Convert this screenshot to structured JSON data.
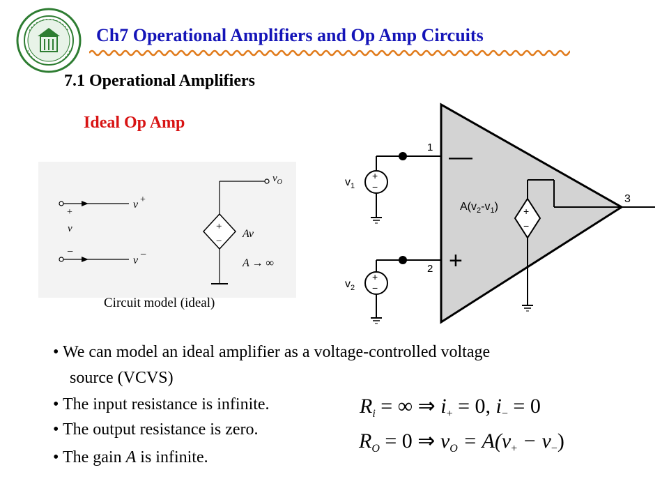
{
  "logo": {
    "icon": "university-seal-icon",
    "seal_text": "中山大学 SUN YAT-SEN UNIVERSITY"
  },
  "title": "Ch7 Operational Amplifiers and Op Amp Circuits",
  "section": "7.1 Operational Amplifiers",
  "subsection": "Ideal Op Amp",
  "circuit_model": {
    "labels": {
      "vplus_top": "v",
      "vplus_sign": "+",
      "left_plus": "+",
      "v": "v",
      "left_minus": "−",
      "vminus_bot": "v",
      "vminus_sign": "−",
      "vo": "v",
      "vo_sub": "O",
      "src_plus": "+",
      "src_minus": "−",
      "av": "Av",
      "a_inf": "A → ∞"
    },
    "caption": "Circuit model (ideal)"
  },
  "opamp": {
    "pin1": "1",
    "pin2": "2",
    "pin3": "3",
    "minus_sign": "—",
    "plus_sign": "+",
    "v1": "v",
    "v1_sub": "1",
    "v2": "v",
    "v2_sub": "2",
    "gain": "A(v",
    "gain_sub2": "2",
    "gain_mid": "-v",
    "gain_sub1": "1",
    "gain_end": ")",
    "src_plus": "+",
    "src_minus": "−"
  },
  "bullets": {
    "b1": "• We can model an ideal amplifier as a voltage-controlled voltage",
    "b1_cont": "source (VCVS)",
    "b2": "• The input resistance is infinite.",
    "b3": "• The output resistance is zero.",
    "b4_pre": "• The gain ",
    "b4_var": "A",
    "b4_post": " is infinite."
  },
  "equations": {
    "eq1": {
      "R": "R",
      "R_sub": "i",
      "rest1": " = ∞ ⇒ ",
      "i1": "i",
      "i1_sub": "+",
      "rest2": " = 0, ",
      "i2": "i",
      "i2_sub": "−",
      "rest3": " = 0"
    },
    "eq2": {
      "R": "R",
      "R_sub": "O",
      "rest1": " = 0 ⇒ ",
      "v": "v",
      "v_sub": "O",
      "rest2": " = A(v",
      "vp_sub": "+",
      "rest3": " − v",
      "vm_sub": "−",
      "rest4": ")"
    }
  },
  "colors": {
    "title": "#1414b8",
    "subsection": "#d81414",
    "wave": "#e07a1a",
    "opamp_fill": "#d3d3d3",
    "seal": "#2e7d32"
  }
}
